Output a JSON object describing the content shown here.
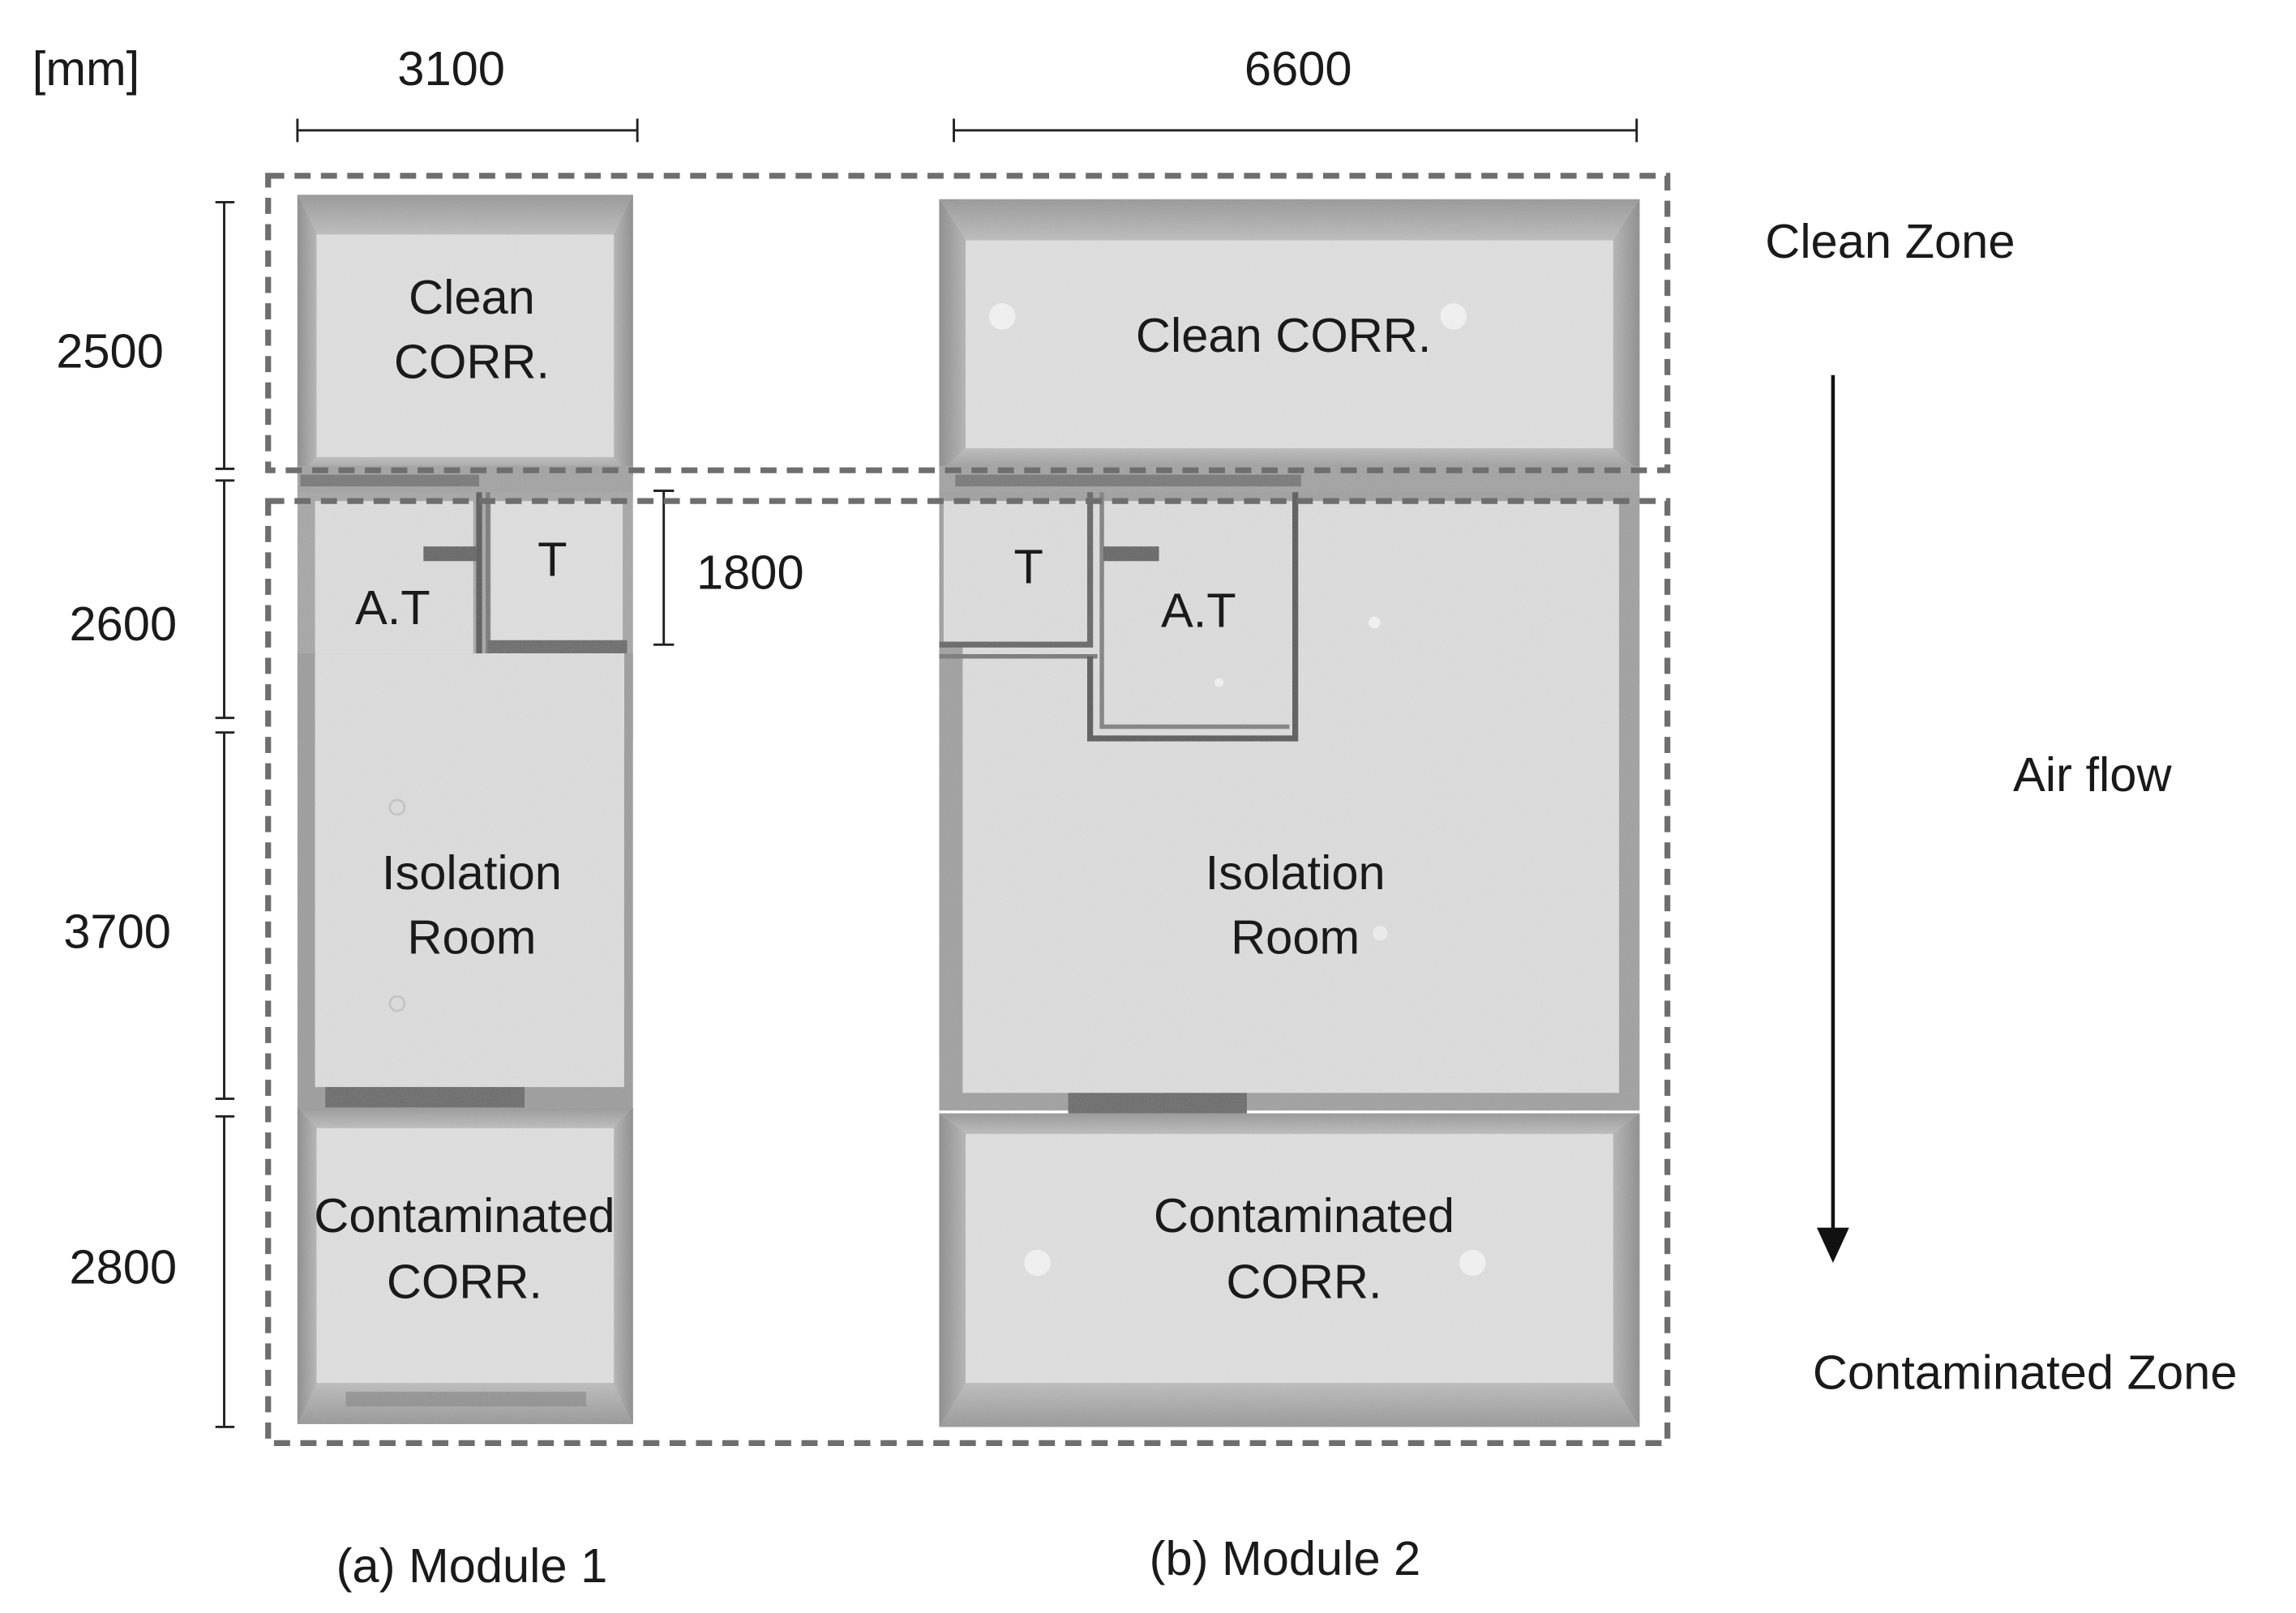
{
  "unit_label": "[mm]",
  "widths": {
    "module1": "3100",
    "module2": "6600"
  },
  "heights": {
    "clean": "2500",
    "anteroom": "2600",
    "toilet": "1800",
    "isolation": "3700",
    "contaminated": "2800"
  },
  "zones": {
    "clean": "Clean Zone",
    "contaminated": "Contaminated Zone",
    "airflow": "Air flow"
  },
  "module1": {
    "clean_corr": [
      "Clean",
      "CORR."
    ],
    "anteroom": "A.T",
    "toilet": "T",
    "isolation": [
      "Isolation",
      "Room"
    ],
    "contaminated_corr": [
      "Contaminated",
      "CORR."
    ],
    "caption": "(a) Module 1"
  },
  "module2": {
    "clean_corr": "Clean CORR.",
    "toilet": "T",
    "anteroom": "A.T",
    "isolation": [
      "Isolation",
      "Room"
    ],
    "contaminated_corr": [
      "Contaminated",
      "CORR."
    ],
    "caption": "(b) Module 2"
  },
  "colors": {
    "floor": "#dcdcdc",
    "wall": "#8a8a8a",
    "wall_dark": "#5f5f5f",
    "dashed_border": "#6e6e6e",
    "ink": "#1a1a1a"
  }
}
